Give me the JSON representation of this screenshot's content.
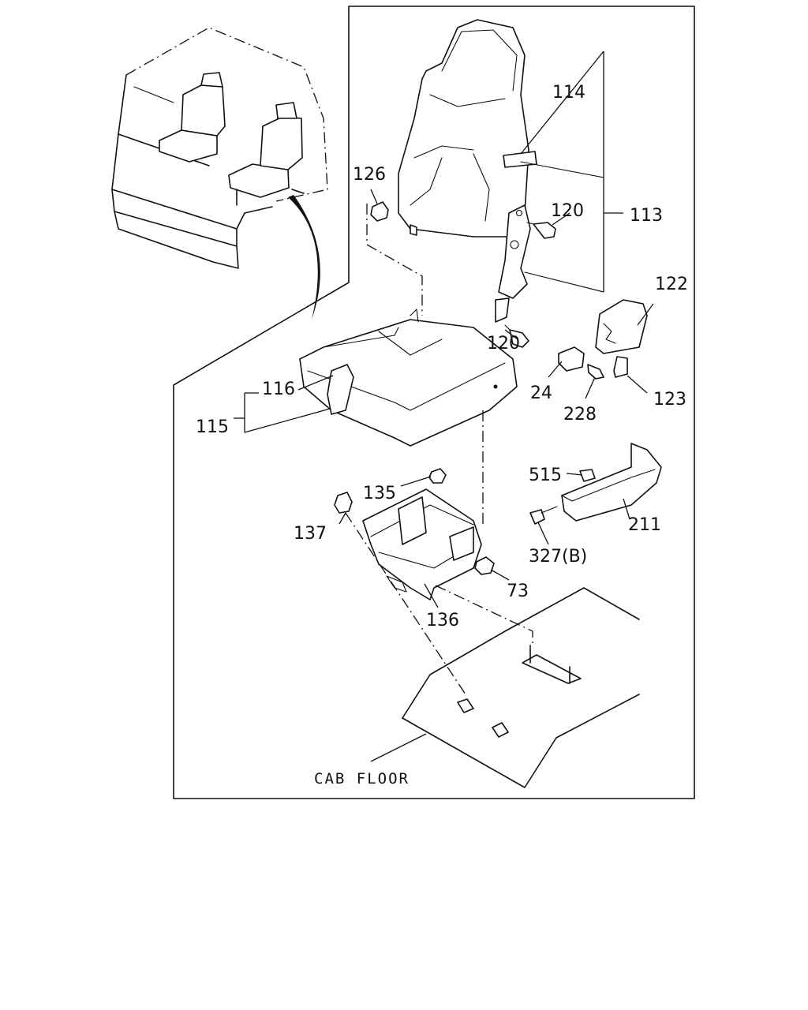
{
  "labels": {
    "p114": "114",
    "p120a": "120",
    "p113": "113",
    "p126": "126",
    "p120b": "120",
    "p122": "122",
    "p116": "116",
    "p115": "115",
    "p24": "24",
    "p228": "228",
    "p123": "123",
    "p515": "515",
    "p135": "135",
    "p137": "137",
    "p211": "211",
    "p327b": "327(B)",
    "p73": "73",
    "p136": "136",
    "cab_floor": "CAB FLOOR"
  }
}
